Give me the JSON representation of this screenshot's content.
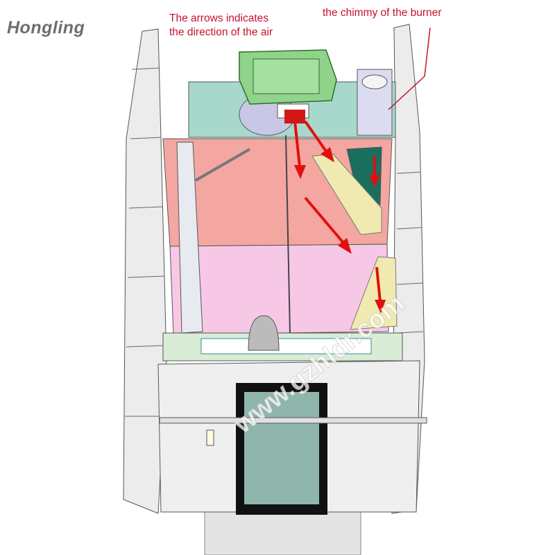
{
  "logo": "Hongling",
  "annotations": {
    "air_direction": [
      "The arrows indicates",
      "the direction of the air"
    ],
    "chimney": "the chimmy of the burner"
  },
  "watermark": "www.gzhldr.com",
  "colors": {
    "arrow": "#e01010",
    "label": "#c8102e",
    "upper_floor": "#f4a6a0",
    "lower_floor": "#f7c8e6",
    "fan_box": "#8fd48a",
    "back_panel": "#a8d8cc",
    "window": "#8fb5ad"
  }
}
